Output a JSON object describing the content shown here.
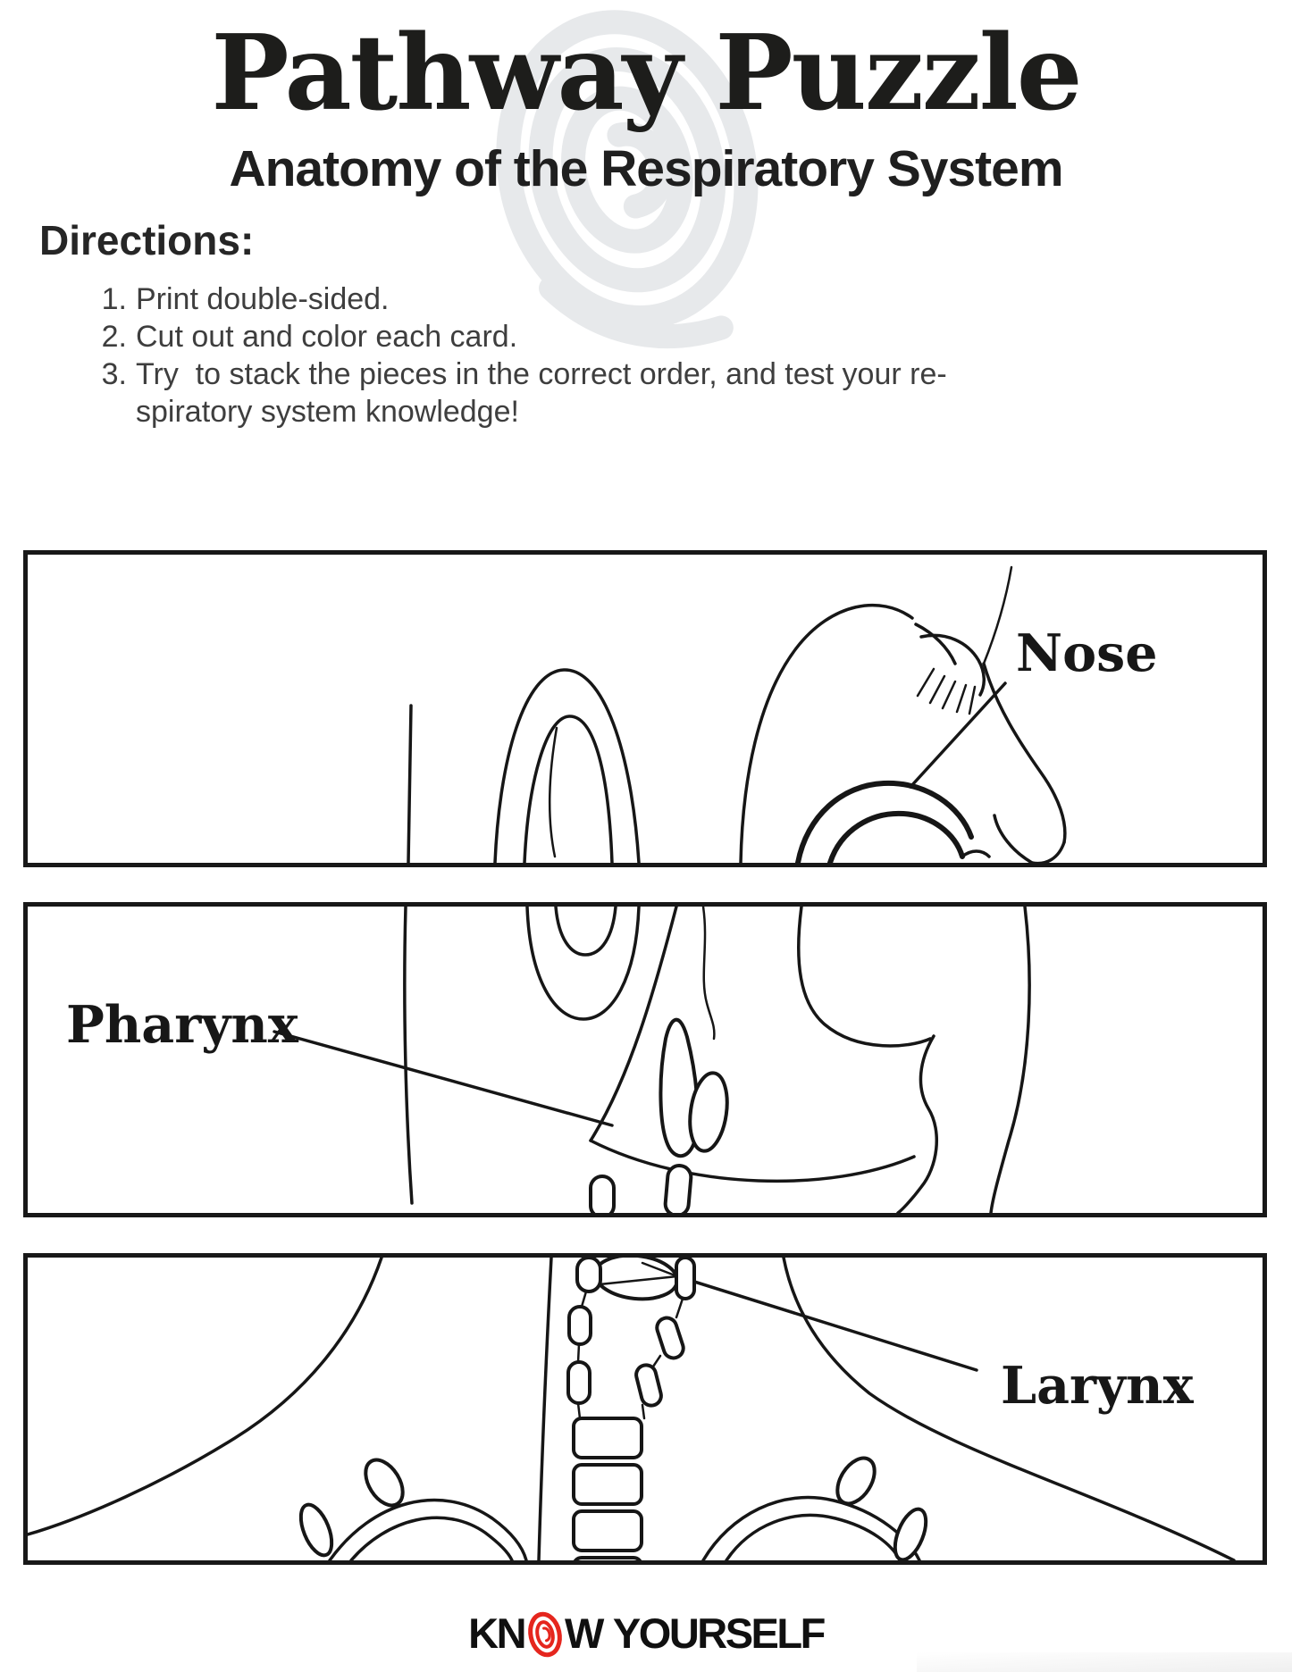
{
  "header": {
    "title": "Pathway Puzzle",
    "subtitle": "Anatomy of the Respiratory System",
    "watermark_icon": "fingerprint-spiral",
    "watermark_color": "#e7e9eb"
  },
  "directions": {
    "heading": "Directions:",
    "items": [
      {
        "num": "1.",
        "text": "Print double-sided."
      },
      {
        "num": "2.",
        "text": "Cut out and color each card."
      },
      {
        "num": "3.",
        "text": "Try  to stack the pieces in the correct order, and test your re-\nspiratory system knowledge!"
      }
    ]
  },
  "puzzle_cards": [
    {
      "label": "Nose"
    },
    {
      "label": "Pharynx"
    },
    {
      "label": "Larynx"
    }
  ],
  "footer": {
    "brand_prefix": "KN",
    "brand_o_icon": "fingerprint-o",
    "brand_suffix": "W",
    "brand_word2": "YOURSELF",
    "accent": "#e5261e",
    "ink": "#101010"
  }
}
